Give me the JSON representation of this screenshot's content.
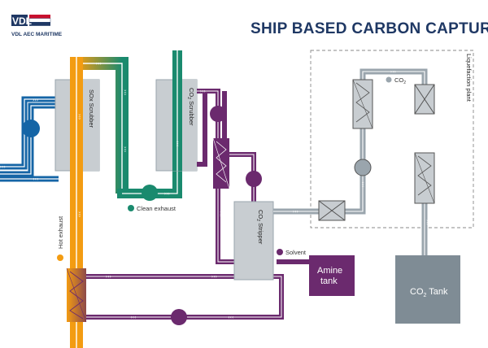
{
  "header": {
    "logo_text": "VDL",
    "company": "VDL AEC MARITIME",
    "title": "SHIP BASED CARBON CAPTURE"
  },
  "components": {
    "sox_scrubber": "SOx Scrubber",
    "co2_scrubber": "CO",
    "co2_scrubber_rest": " Scrubber",
    "co2_stripper": "CO",
    "co2_stripper_rest": " Stripper",
    "amine_tank_line1": "Amine",
    "amine_tank_line2": "tank",
    "co2_tank": "CO",
    "co2_tank_rest": " Tank",
    "liquefaction_plant": "Liquefaction plant"
  },
  "legend": {
    "hot_exhaust": "Hot exhaust",
    "clean_exhaust": "Clean exhaust",
    "solvent": "Solvent",
    "co2": "CO",
    "subscript_2": "2"
  },
  "colors": {
    "navy": "#1f3864",
    "blue_pipe": "#1565a6",
    "orange_pipe": "#f39c12",
    "green_pipe": "#1a8a6e",
    "purple_pipe": "#6b2a6e",
    "grey_pipe": "#9aa5ad",
    "equipment": "#c8cdd1",
    "tank": "#7f8c95",
    "amine_tank": "#6b2a6e"
  }
}
